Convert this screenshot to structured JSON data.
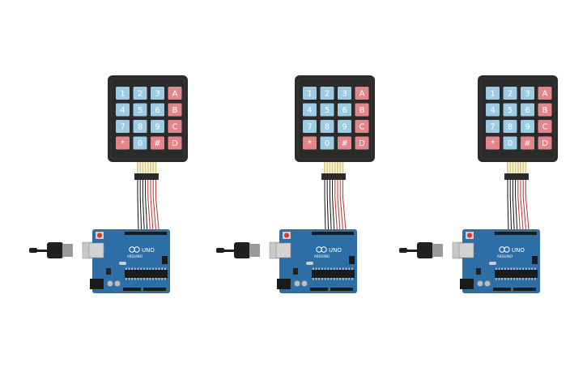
{
  "canvas": {
    "background": "#ffffff"
  },
  "keypad": {
    "keys": [
      [
        "1",
        "2",
        "3",
        "A"
      ],
      [
        "4",
        "5",
        "6",
        "B"
      ],
      [
        "7",
        "8",
        "9",
        "C"
      ],
      [
        "*",
        "0",
        "#",
        "D"
      ]
    ],
    "colors": {
      "frame": "#2b2b2b",
      "number_key": "#9ccbe3",
      "letter_key": "#e2868b"
    }
  },
  "arduino": {
    "model_label": "UNO",
    "brand_label": "ARDUINO",
    "board_color": "#2e6ea6",
    "usb_cable_color": "#1f1f1f",
    "reset_button_color": "#d9342b"
  },
  "wires": {
    "colors": [
      "#111111",
      "#111111",
      "#111111",
      "#111111",
      "#c0332b",
      "#c0332b",
      "#c0332b",
      "#c0332b"
    ]
  },
  "circuits": [
    {
      "id": "circuit-1"
    },
    {
      "id": "circuit-2"
    },
    {
      "id": "circuit-3"
    }
  ]
}
